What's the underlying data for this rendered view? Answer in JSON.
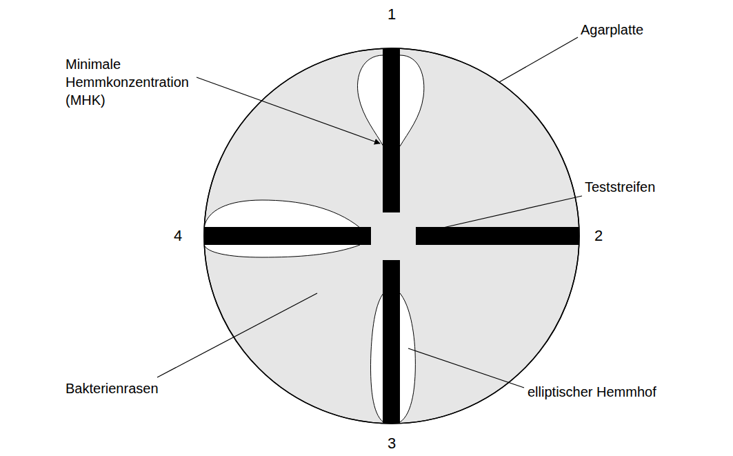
{
  "diagram": {
    "labels": [
      "1",
      "2",
      "3",
      "4",
      "Minimale Hemmkonzentration (MHK)",
      "Agarplatte",
      "Teststreifen",
      "Bakterienrasen",
      "elliptischer Hemmhof"
    ]
  }
}
